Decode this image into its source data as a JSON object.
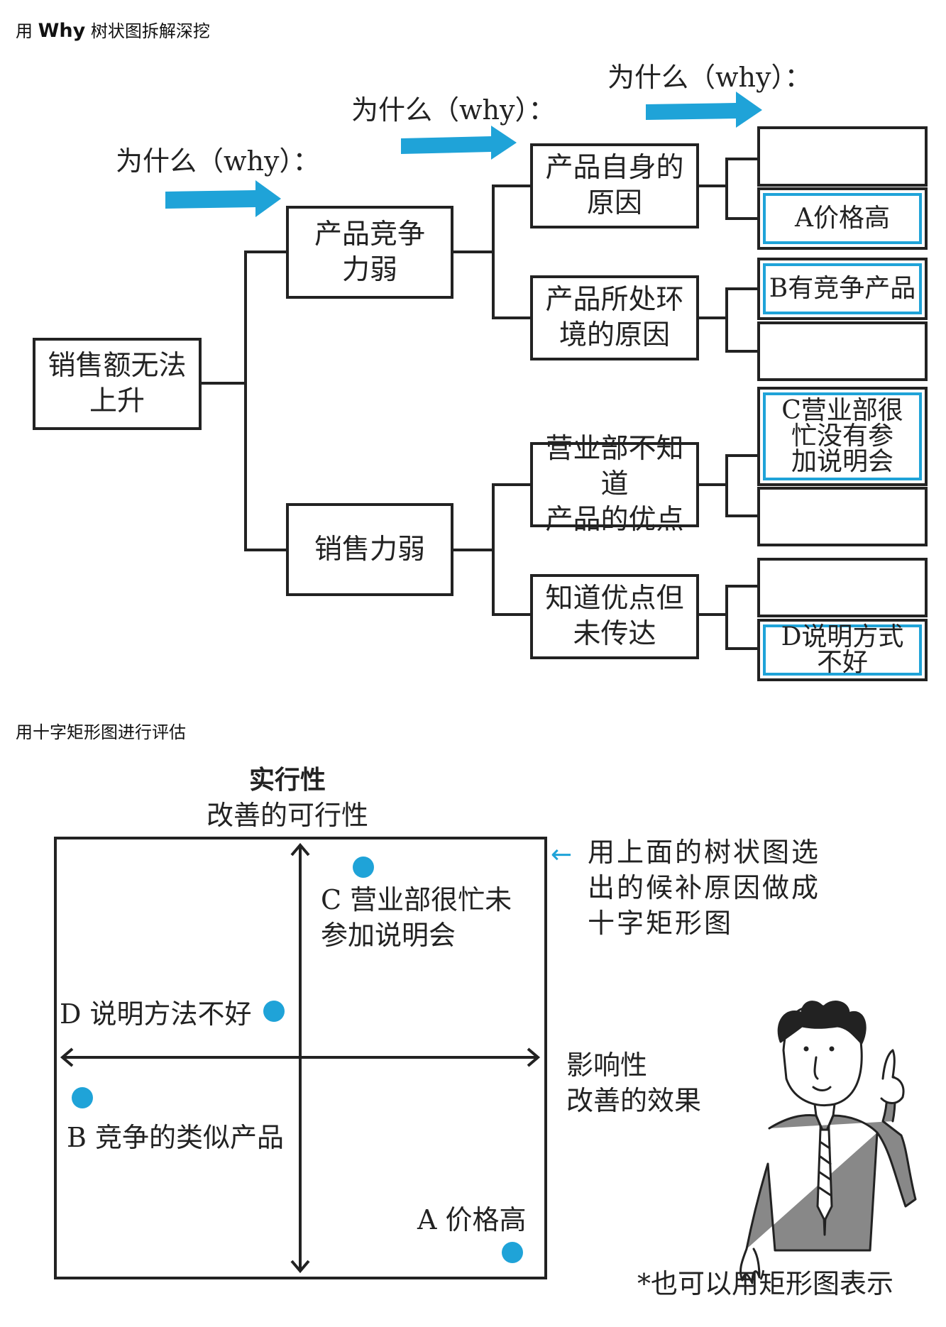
{
  "section1": {
    "caption_pre": "用 ",
    "caption_bold": "Why",
    "caption_post": " 树状图拆解深挖",
    "why_labels": [
      "为什么（why）：",
      "为什么（why）：",
      "为什么（why）："
    ],
    "root": "销售额无法\n上升",
    "level1": [
      "产品竞争\n力弱",
      "销售力弱"
    ],
    "level2": [
      "产品自身的\n原因",
      "产品所处环\n境的原因",
      "营业部不知道\n产品的优点",
      "知道优点但\n未传达"
    ],
    "leaves": [
      "",
      "A价格高",
      "B有竞争产品",
      "",
      "C营业部很\n忙没有参\n加说明会",
      "",
      "",
      "D说明方式\n不好"
    ],
    "highlight_color": "#1fa3d8",
    "arrow_color": "#1fa3d8"
  },
  "section2": {
    "caption": "用十字矩形图进行评估",
    "y_axis_title": "实行性",
    "y_axis_sub": "改善的可行性",
    "x_axis_title": "影响性",
    "x_axis_sub": "改善的效果",
    "note": "用上面的树状图选\n出的候补原因做成\n十字矩形图",
    "note_arrow": "←",
    "footnote": "*也可以用矩形图表示",
    "items": {
      "C": "C  营业部很忙未\n参加说明会",
      "D": "D  说明方法不好",
      "B": "B  竞争的类似产品",
      "A": "A  价格高"
    },
    "dot_color": "#1fa3d8"
  }
}
